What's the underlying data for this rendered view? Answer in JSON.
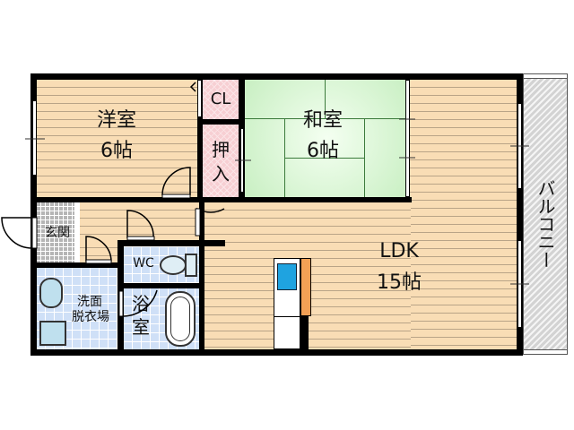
{
  "floor_plan": {
    "rooms": {
      "western_room": {
        "name": "洋室",
        "size": "6帖"
      },
      "japanese_room": {
        "name": "和室",
        "size": "6帖"
      },
      "closet": {
        "name": "CL"
      },
      "oshiire": {
        "name": "押入"
      },
      "oshiire_line1": "押",
      "oshiire_line2": "入",
      "ldk": {
        "name": "LDK",
        "size": "15帖"
      },
      "entrance": {
        "name": "玄関"
      },
      "wc": {
        "name": "WC"
      },
      "bath": {
        "name": "浴室",
        "line1": "浴",
        "line2": "室"
      },
      "washroom": {
        "name": "洗面脱衣場",
        "line1": "洗面",
        "line2": "脱衣場"
      },
      "balcony": {
        "name": "バルコニー"
      }
    },
    "colors": {
      "wood_floor": "#f9ddb5",
      "tatami": "#d4f5cf",
      "tile": "#cfe0f7",
      "closet_pink": "#f7cfd3",
      "balcony_gray": "#d9d9d9",
      "sink_blue": "#1fa3e0",
      "counter_orange": "#f2a055",
      "wall": "#000000"
    }
  }
}
